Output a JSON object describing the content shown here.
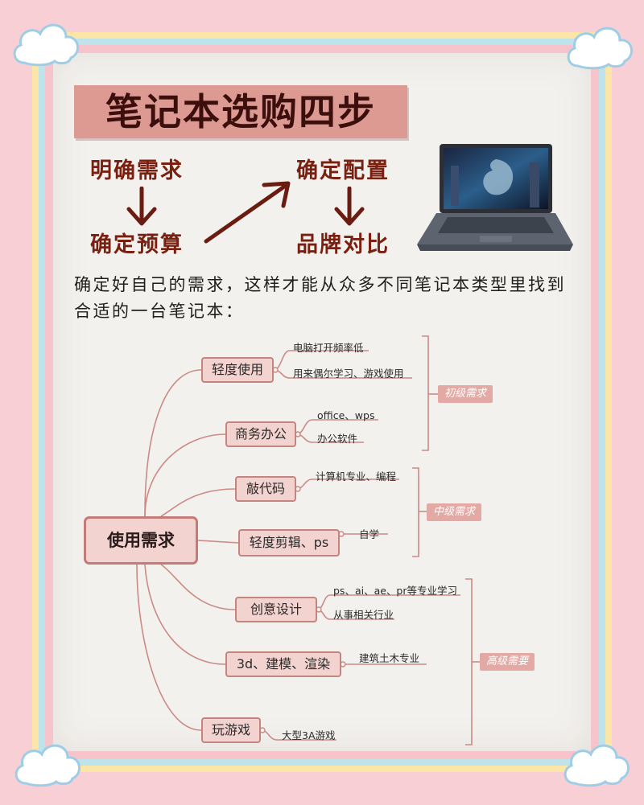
{
  "title": "笔记本选购四步",
  "steps": {
    "s1": "明确需求",
    "s2": "确定预算",
    "s3": "确定配置",
    "s4": "品牌对比"
  },
  "intro": "确定好自己的需求，这样才能从众多不同笔记本类型里找到合适的一台笔记本：",
  "mindmap": {
    "root": "使用需求",
    "categories": [
      {
        "label": "轻度使用",
        "leaves": [
          "电脑打开频率低",
          "用来偶尔学习、游戏使用"
        ]
      },
      {
        "label": "商务办公",
        "leaves": [
          "office、wps",
          "办公软件"
        ]
      },
      {
        "label": "敲代码",
        "leaves": [
          "计算机专业、编程"
        ]
      },
      {
        "label": "轻度剪辑、ps",
        "leaves": [
          "自学"
        ]
      },
      {
        "label": "创意设计",
        "leaves": [
          "ps、ai、ae、pr等专业学习",
          "从事相关行业"
        ]
      },
      {
        "label": "3d、建模、渲染",
        "leaves": [
          "建筑土木专业"
        ]
      },
      {
        "label": "玩游戏",
        "leaves": [
          "大型3A游戏"
        ]
      }
    ],
    "levels": [
      "初级需求",
      "中级需求",
      "高级需要"
    ]
  },
  "colors": {
    "accent": "#dc9a93",
    "step_text": "#7a2010",
    "node_fill": "#f2d3cf",
    "line": "#c98b86"
  },
  "icons": [
    "cloud-icon",
    "down-arrow-icon",
    "diagonal-arrow-icon",
    "laptop-icon"
  ]
}
